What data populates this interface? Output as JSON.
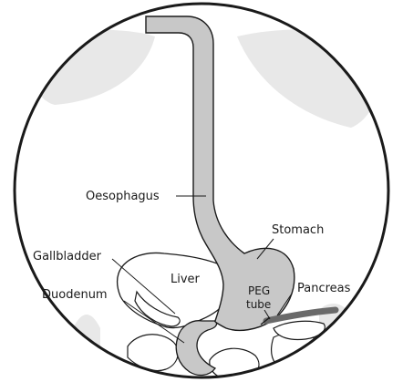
{
  "labels": {
    "oesophagus": "Oesophagus",
    "stomach": "Stomach",
    "gallbladder": "Gallbladder",
    "liver": "Liver",
    "duodenum": "Duodenum",
    "peg_line1": "PEG",
    "peg_line2": "tube",
    "pancreas": "Pancreas"
  },
  "colors": {
    "organ_fill": "#c8c8c8",
    "background_shape": "#e8e8e8",
    "outline": "#1a1a1a",
    "tube": "#6a6a6a"
  }
}
